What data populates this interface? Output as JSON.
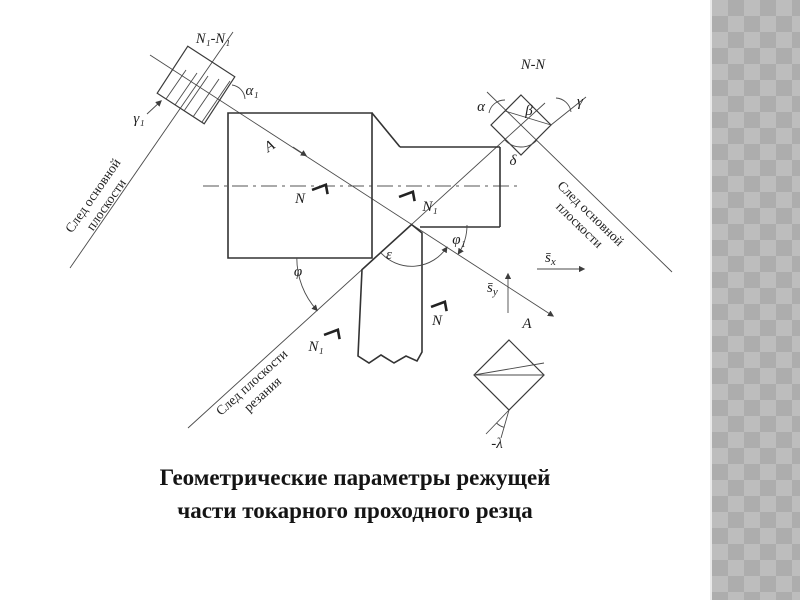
{
  "slide": {
    "caption_line1": "Геометрические параметры режущей",
    "caption_line2": "части токарного проходного резца"
  },
  "sections": {
    "n1": "N₁-N₁",
    "n": "N-N"
  },
  "angles": {
    "alpha1": "α₁",
    "gamma1": "γ₁",
    "alpha": "α",
    "beta": "β",
    "gamma": "γ",
    "delta": "δ",
    "phi": "φ",
    "phi1": "φ₁",
    "epsilon": "ε",
    "lambda_neg": "-λ"
  },
  "planes": {
    "left": {
      "l1": "След основной",
      "l2": "плоскости"
    },
    "right": {
      "l1": "След основной",
      "l2": "плоскости"
    },
    "cut": {
      "l1": "След плоскости",
      "l2": "резания"
    }
  },
  "marks": {
    "a_top": "A",
    "a_bottom": "A",
    "n_top": "N",
    "n1_top": "N₁",
    "n_bottom": "N",
    "n1_bottom": "N₁"
  },
  "vectors": {
    "s_base": "s̄",
    "sx_sub": "x",
    "sy_sub": "y"
  }
}
